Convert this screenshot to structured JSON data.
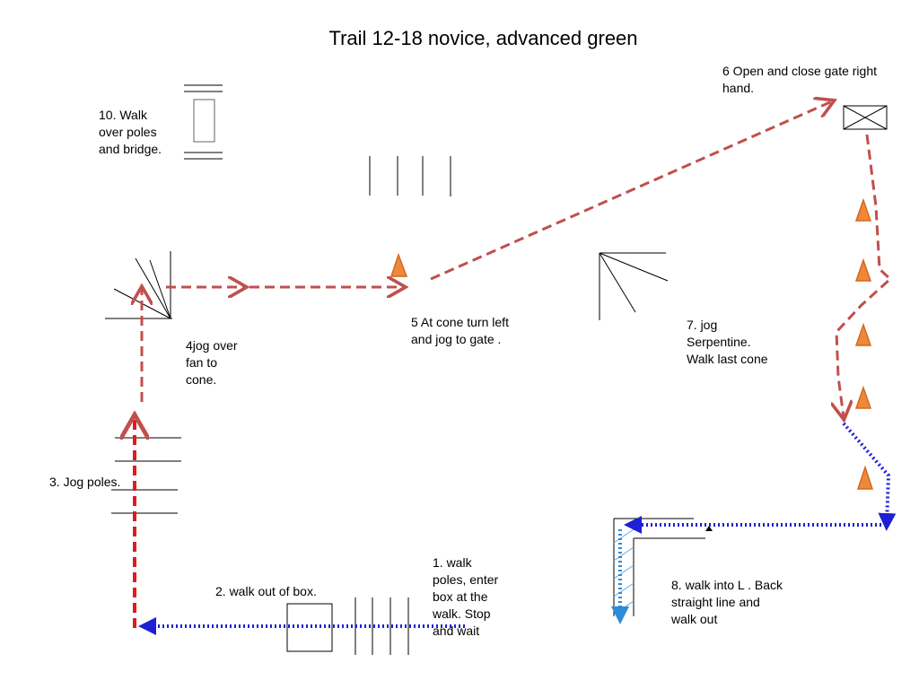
{
  "title": "Trail 12-18 novice, advanced green",
  "steps": {
    "s1": "1. walk\npoles, enter\nbox at the\nwalk. Stop\nand wait",
    "s2": "2. walk out of box.",
    "s3": "3. Jog poles.",
    "s4": "4jog over\nfan to\ncone.",
    "s5": "5 At cone turn left\nand  jog to gate .",
    "s6": "6 Open and close gate right\nhand.",
    "s7": "7. jog\nSerpentine.\nWalk last cone",
    "s8": "8. walk into L . Back\nstraight line  and\nwalk out",
    "s10": "10. Walk\nover poles\nand bridge."
  },
  "colors": {
    "jog_path": "#c0504d",
    "jog_path_bright": "#e31a1c",
    "walk_path": "#1f1fd6",
    "back_path": "#2e8bd6",
    "cone_fill": "#f0883a",
    "cone_stroke": "#d2691e",
    "obstacle": "#000000"
  }
}
